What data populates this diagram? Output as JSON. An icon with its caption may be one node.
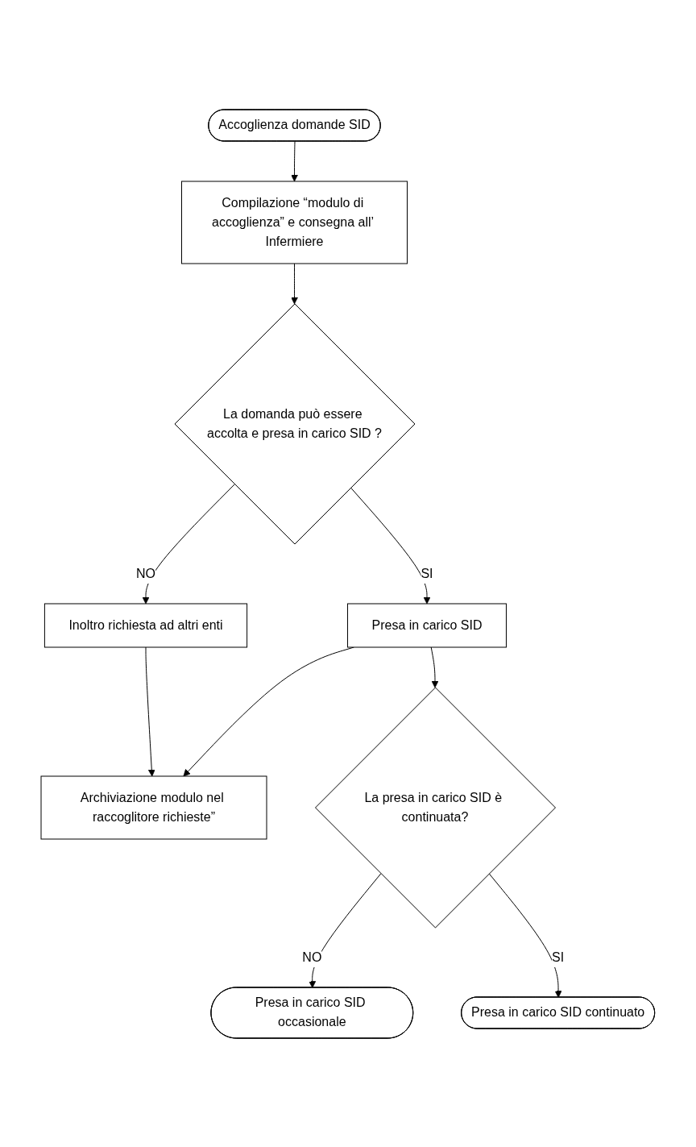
{
  "diagram": {
    "nodes": [
      {
        "text": [
          "Accoglienza domande SID"
        ]
      },
      {
        "text": [
          "Compilazione “modulo di accoglienza” e consegna all’ Infermiere"
        ]
      },
      {
        "text": [
          "La domanda può essere accolta e presa in carico SID ?"
        ]
      },
      {
        "text": [
          "Inoltro richiesta ad altri enti"
        ]
      },
      {
        "text": [
          "Presa in carico SID"
        ]
      },
      {
        "text": [
          "Archiviazione modulo nel raccoglitore richieste”"
        ]
      },
      {
        "text": [
          "La presa in carico SID è continuata?"
        ]
      },
      {
        "text": [
          "Presa in carico SID occasionale"
        ]
      },
      {
        "text": [
          "Presa in carico SID continuato"
        ]
      }
    ],
    "edges": [
      {
        "from": 0,
        "to": 1,
        "arrow": "to"
      },
      {
        "from": 1,
        "to": 2,
        "arrow": "to"
      },
      {
        "from": 2,
        "to": 3,
        "arrow": "to",
        "label": "NO"
      },
      {
        "from": 2,
        "to": 4,
        "arrow": "to",
        "label": "SI"
      },
      {
        "from": 3,
        "to": 5,
        "arrow": "to"
      },
      {
        "from": 4,
        "to": 5,
        "arrow": "to"
      },
      {
        "from": 4,
        "to": 6,
        "arrow": "to"
      },
      {
        "from": 6,
        "to": 7,
        "arrow": "to",
        "label": "NO"
      },
      {
        "from": 6,
        "to": 8,
        "arrow": "to",
        "label": "SI"
      }
    ]
  }
}
